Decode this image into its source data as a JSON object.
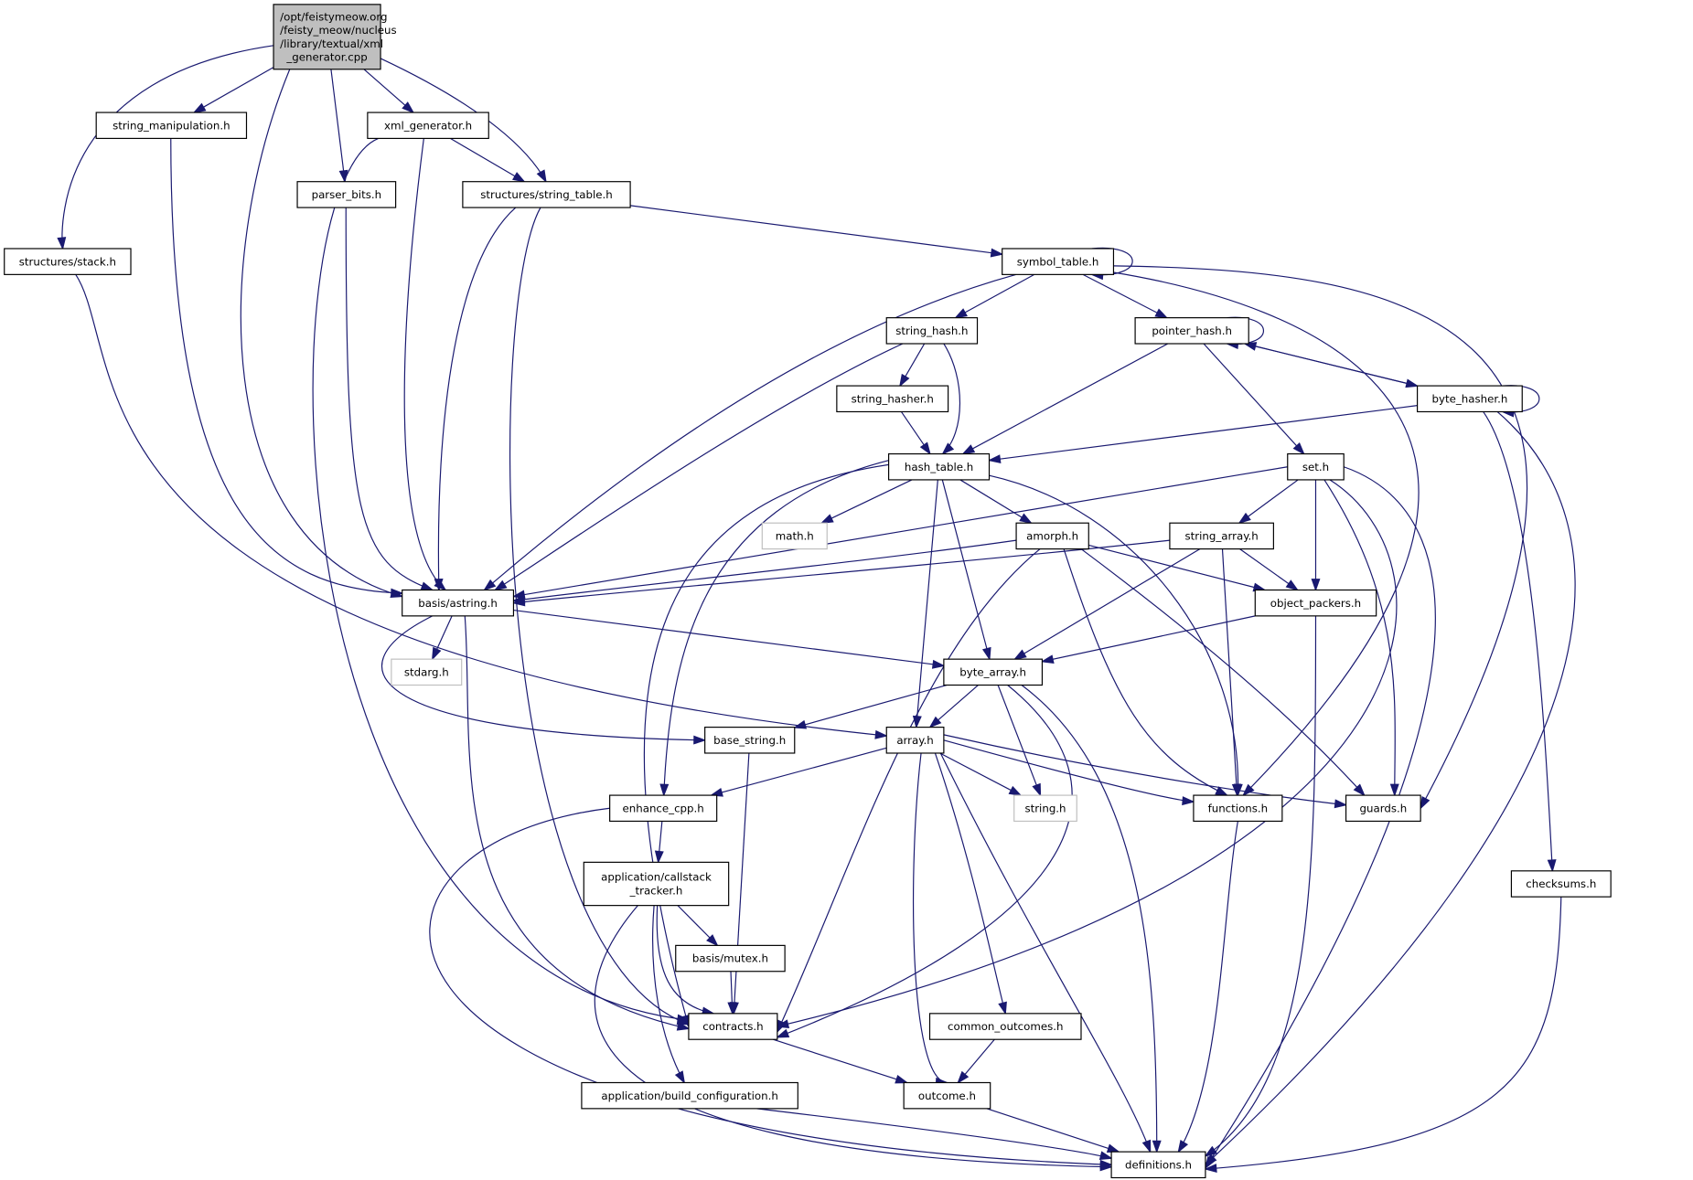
{
  "diagram": {
    "type": "include-dependency-graph",
    "colors": {
      "edge": "#191970",
      "root_fill": "#bfbfbf",
      "node_fill": "#ffffff",
      "node_border": "#000000",
      "system_border": "#bfbfbf"
    },
    "root": {
      "id": "root",
      "label_lines": [
        "/opt/feistymeow.org",
        "/feisty_meow/nucleus",
        "/library/textual/xml",
        "_generator.cpp"
      ]
    },
    "nodes": [
      {
        "id": "string_manipulation",
        "label": "string_manipulation.h",
        "kind": "header"
      },
      {
        "id": "xml_generator",
        "label": "xml_generator.h",
        "kind": "header"
      },
      {
        "id": "parser_bits",
        "label": "parser_bits.h",
        "kind": "header"
      },
      {
        "id": "string_table",
        "label": "structures/string_table.h",
        "kind": "header"
      },
      {
        "id": "stack",
        "label": "structures/stack.h",
        "kind": "header"
      },
      {
        "id": "symbol_table",
        "label": "symbol_table.h",
        "kind": "header"
      },
      {
        "id": "string_hash",
        "label": "string_hash.h",
        "kind": "header"
      },
      {
        "id": "pointer_hash",
        "label": "pointer_hash.h",
        "kind": "header"
      },
      {
        "id": "string_hasher",
        "label": "string_hasher.h",
        "kind": "header"
      },
      {
        "id": "byte_hasher",
        "label": "byte_hasher.h",
        "kind": "header"
      },
      {
        "id": "hash_table",
        "label": "hash_table.h",
        "kind": "header"
      },
      {
        "id": "set",
        "label": "set.h",
        "kind": "header"
      },
      {
        "id": "math",
        "label": "math.h",
        "kind": "system"
      },
      {
        "id": "amorph",
        "label": "amorph.h",
        "kind": "header"
      },
      {
        "id": "string_array",
        "label": "string_array.h",
        "kind": "header"
      },
      {
        "id": "astring",
        "label": "basis/astring.h",
        "kind": "header"
      },
      {
        "id": "object_packers",
        "label": "object_packers.h",
        "kind": "header"
      },
      {
        "id": "stdarg",
        "label": "stdarg.h",
        "kind": "system"
      },
      {
        "id": "byte_array",
        "label": "byte_array.h",
        "kind": "header"
      },
      {
        "id": "base_string",
        "label": "base_string.h",
        "kind": "header"
      },
      {
        "id": "array",
        "label": "array.h",
        "kind": "header"
      },
      {
        "id": "enhance_cpp",
        "label": "enhance_cpp.h",
        "kind": "header"
      },
      {
        "id": "string_h",
        "label": "string.h",
        "kind": "system"
      },
      {
        "id": "functions",
        "label": "functions.h",
        "kind": "header"
      },
      {
        "id": "guards",
        "label": "guards.h",
        "kind": "header"
      },
      {
        "id": "callstack_tracker",
        "label_lines": [
          "application/callstack",
          "_tracker.h"
        ],
        "kind": "header"
      },
      {
        "id": "checksums",
        "label": "checksums.h",
        "kind": "header"
      },
      {
        "id": "mutex",
        "label": "basis/mutex.h",
        "kind": "header"
      },
      {
        "id": "contracts",
        "label": "contracts.h",
        "kind": "header"
      },
      {
        "id": "common_outcomes",
        "label": "common_outcomes.h",
        "kind": "header"
      },
      {
        "id": "build_configuration",
        "label": "application/build_configuration.h",
        "kind": "header"
      },
      {
        "id": "outcome",
        "label": "outcome.h",
        "kind": "header"
      },
      {
        "id": "definitions",
        "label": "definitions.h",
        "kind": "header"
      }
    ],
    "edges": [
      [
        "root",
        "stack"
      ],
      [
        "root",
        "string_manipulation"
      ],
      [
        "root",
        "astring"
      ],
      [
        "root",
        "parser_bits"
      ],
      [
        "root",
        "xml_generator"
      ],
      [
        "root",
        "string_table"
      ],
      [
        "string_manipulation",
        "astring"
      ],
      [
        "xml_generator",
        "astring"
      ],
      [
        "xml_generator",
        "string_table"
      ],
      [
        "xml_generator",
        "contracts"
      ],
      [
        "parser_bits",
        "astring"
      ],
      [
        "string_table",
        "astring"
      ],
      [
        "string_table",
        "contracts"
      ],
      [
        "string_table",
        "symbol_table"
      ],
      [
        "stack",
        "array"
      ],
      [
        "symbol_table",
        "symbol_table"
      ],
      [
        "symbol_table",
        "astring"
      ],
      [
        "symbol_table",
        "string_hash"
      ],
      [
        "symbol_table",
        "pointer_hash"
      ],
      [
        "symbol_table",
        "functions"
      ],
      [
        "symbol_table",
        "guards"
      ],
      [
        "string_hash",
        "astring"
      ],
      [
        "string_hash",
        "string_hasher"
      ],
      [
        "string_hash",
        "hash_table"
      ],
      [
        "pointer_hash",
        "pointer_hash"
      ],
      [
        "pointer_hash",
        "hash_table"
      ],
      [
        "pointer_hash",
        "set"
      ],
      [
        "pointer_hash",
        "byte_hasher"
      ],
      [
        "byte_hasher",
        "pointer_hash"
      ],
      [
        "byte_hasher",
        "byte_hasher"
      ],
      [
        "byte_hasher",
        "hash_table"
      ],
      [
        "byte_hasher",
        "checksums"
      ],
      [
        "byte_hasher",
        "definitions"
      ],
      [
        "string_hasher",
        "hash_table"
      ],
      [
        "hash_table",
        "math"
      ],
      [
        "hash_table",
        "amorph"
      ],
      [
        "hash_table",
        "byte_array"
      ],
      [
        "hash_table",
        "array"
      ],
      [
        "hash_table",
        "contracts"
      ],
      [
        "hash_table",
        "enhance_cpp"
      ],
      [
        "hash_table",
        "functions"
      ],
      [
        "set",
        "astring"
      ],
      [
        "set",
        "string_array"
      ],
      [
        "set",
        "object_packers"
      ],
      [
        "set",
        "guards"
      ],
      [
        "set",
        "contracts"
      ],
      [
        "set",
        "definitions"
      ],
      [
        "amorph",
        "astring"
      ],
      [
        "amorph",
        "object_packers"
      ],
      [
        "amorph",
        "contracts"
      ],
      [
        "amorph",
        "functions"
      ],
      [
        "amorph",
        "guards"
      ],
      [
        "string_array",
        "astring"
      ],
      [
        "string_array",
        "byte_array"
      ],
      [
        "string_array",
        "object_packers"
      ],
      [
        "string_array",
        "functions"
      ],
      [
        "astring",
        "stdarg"
      ],
      [
        "astring",
        "byte_array"
      ],
      [
        "astring",
        "base_string"
      ],
      [
        "astring",
        "contracts"
      ],
      [
        "object_packers",
        "byte_array"
      ],
      [
        "object_packers",
        "definitions"
      ],
      [
        "byte_array",
        "base_string"
      ],
      [
        "byte_array",
        "array"
      ],
      [
        "byte_array",
        "string_h"
      ],
      [
        "byte_array",
        "contracts"
      ],
      [
        "byte_array",
        "definitions"
      ],
      [
        "base_string",
        "contracts"
      ],
      [
        "array",
        "enhance_cpp"
      ],
      [
        "array",
        "string_h"
      ],
      [
        "array",
        "functions"
      ],
      [
        "array",
        "guards"
      ],
      [
        "array",
        "common_outcomes"
      ],
      [
        "array",
        "outcome"
      ],
      [
        "array",
        "definitions"
      ],
      [
        "enhance_cpp",
        "callstack_tracker"
      ],
      [
        "enhance_cpp",
        "definitions"
      ],
      [
        "functions",
        "definitions"
      ],
      [
        "callstack_tracker",
        "mutex"
      ],
      [
        "callstack_tracker",
        "contracts"
      ],
      [
        "callstack_tracker",
        "build_configuration"
      ],
      [
        "callstack_tracker",
        "definitions"
      ],
      [
        "checksums",
        "definitions"
      ],
      [
        "mutex",
        "contracts"
      ],
      [
        "contracts",
        "outcome"
      ],
      [
        "common_outcomes",
        "outcome"
      ],
      [
        "build_configuration",
        "definitions"
      ],
      [
        "outcome",
        "definitions"
      ]
    ]
  }
}
